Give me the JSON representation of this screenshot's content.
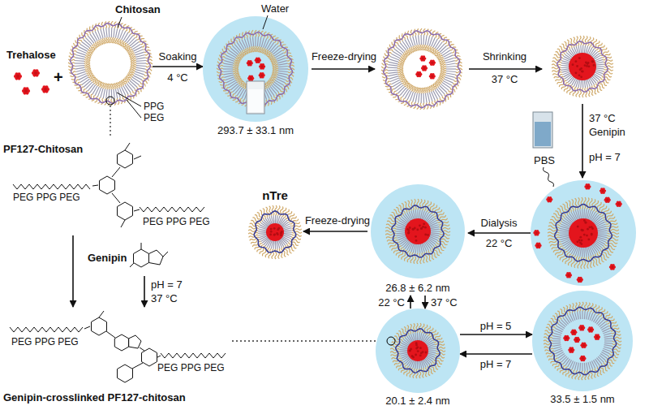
{
  "diagram": {
    "nodes": [
      {
        "text": [
          "Trehalose"
        ]
      },
      {
        "text": [
          "Chitosan",
          "PPG",
          "PEG"
        ]
      },
      {
        "text": [
          "Water",
          "293.7 ± 33.1 nm"
        ]
      },
      {
        "text": [
          "PF127-Chitosan",
          "PEG PPG PEG",
          "PEG PPG PEG"
        ]
      },
      {
        "text": [
          "Genipin"
        ]
      },
      {
        "text": [
          "PBS"
        ]
      },
      {
        "text": [
          "nTre"
        ]
      },
      {
        "text": [
          "26.8 ± 6.2 nm"
        ]
      },
      {
        "text": [
          "20.1 ± 2.4 nm"
        ]
      },
      {
        "text": [
          "33.5 ± 1.5 nm"
        ]
      },
      {
        "text": [
          "Genipin-crosslinked PF127-chitosan",
          "PEG PPG PEG",
          "PEG PPG PEG"
        ]
      }
    ],
    "edges": [
      {
        "from": 1,
        "to": 2,
        "arrow": "to",
        "label": "Soaking"
      },
      {
        "from": 1,
        "to": 3,
        "arrow": "none"
      },
      {
        "from": 3,
        "to": 10,
        "arrow": "to"
      },
      {
        "from": 4,
        "to": 10,
        "arrow": "to",
        "label": "pH = 7"
      },
      {
        "from": 5,
        "to": 7,
        "arrow": "to",
        "label": "Dialysis"
      },
      {
        "from": 7,
        "to": 6,
        "arrow": "to",
        "label": "Freeze-drying"
      },
      {
        "from": 7,
        "to": 8,
        "arrow": "to",
        "label": "37 °C"
      },
      {
        "from": 8,
        "to": 7,
        "arrow": "to",
        "label": "22 °C"
      },
      {
        "from": 8,
        "to": 9,
        "arrow": "to",
        "label": "pH = 5"
      },
      {
        "from": 9,
        "to": 8,
        "arrow": "to",
        "label": "pH = 7"
      },
      {
        "from": 8,
        "to": 10,
        "arrow": "none"
      }
    ],
    "labels": [
      "+",
      "4 °C",
      "Freeze-drying",
      "Shrinking",
      "37 °C",
      "37 °C",
      "Genipin",
      "pH = 7",
      "22 °C",
      "37 °C"
    ]
  }
}
